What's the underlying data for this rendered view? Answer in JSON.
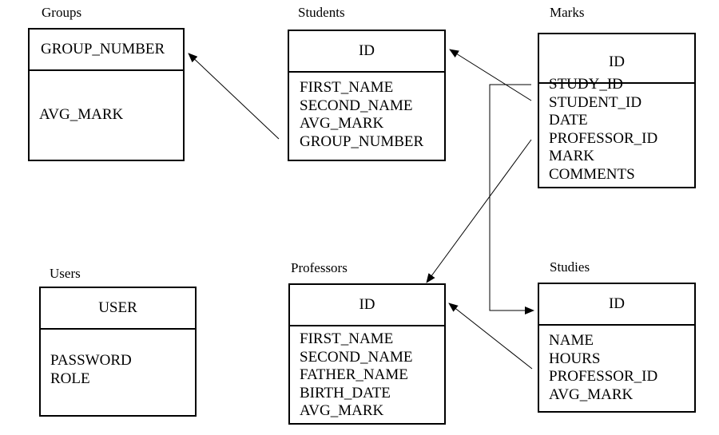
{
  "groups": {
    "title": "Groups",
    "key": "GROUP_NUMBER",
    "fields": [
      "AVG_MARK"
    ]
  },
  "students": {
    "title": "Students",
    "key": "ID",
    "fields": [
      "FIRST_NAME",
      "SECOND_NAME",
      "AVG_MARK",
      "GROUP_NUMBER"
    ]
  },
  "marks": {
    "title": "Marks",
    "key": "ID",
    "fields": [
      "STUDY_ID",
      "STUDENT_ID",
      "DATE",
      "PROFESSOR_ID",
      "MARK",
      "COMMENTS"
    ]
  },
  "users": {
    "title": "Users",
    "key": "USER",
    "fields": [
      "PASSWORD",
      "ROLE"
    ]
  },
  "professors": {
    "title": "Professors",
    "key": "ID",
    "fields": [
      "FIRST_NAME",
      "SECOND_NAME",
      "FATHER_NAME",
      "BIRTH_DATE",
      "AVG_MARK"
    ]
  },
  "studies": {
    "title": "Studies",
    "key": "ID",
    "fields": [
      "NAME",
      "HOURS",
      "PROFESSOR_ID",
      "AVG_MARK"
    ]
  }
}
